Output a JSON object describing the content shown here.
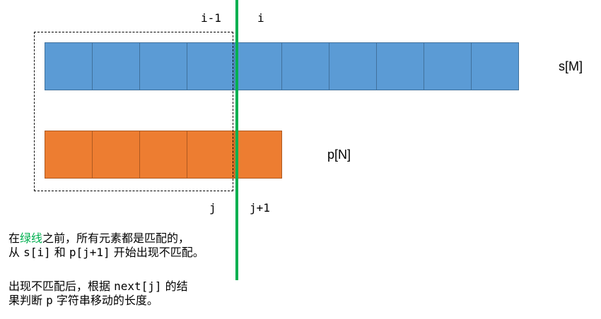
{
  "diagram": {
    "title": "KMP string matching illustration",
    "colors": {
      "s_array_fill": "#5b9bd5",
      "s_array_border": "#41719c",
      "p_array_fill": "#ed7d31",
      "p_array_border": "#ae5a21",
      "mismatch_line": "#00b050",
      "highlight_text": "#00b050"
    },
    "arrays": {
      "s": {
        "label": "s[M]",
        "cell_count": 10
      },
      "p": {
        "label": "p[N]",
        "cell_count": 5
      }
    },
    "index_labels": {
      "i_minus_1": "i-1",
      "i": "i",
      "j": "j",
      "j_plus_1": "j+1"
    },
    "notes": {
      "line1_prefix": "在",
      "line1_highlight": "绿线",
      "line1_suffix": "之前，所有元素都是匹配的，",
      "line2_part1": "从 ",
      "line2_code1": "s[i]",
      "line2_part2": " 和 ",
      "line2_code2": "p[j+1]",
      "line2_part3": " 开始出现不匹配。",
      "line3_part1": "出现不匹配后，根据 ",
      "line3_code": "next[j]",
      "line3_part2": " 的结",
      "line4_part1": "果判断 ",
      "line4_code": "p",
      "line4_part2": " 字符串移动的长度。"
    }
  }
}
